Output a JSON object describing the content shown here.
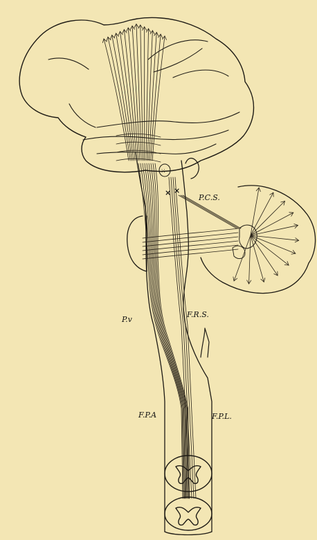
{
  "figure": {
    "labels": {
      "pcs": "P.C.S.",
      "pv": "P.v",
      "frs": "F.R.S.",
      "fpa": "F.P.A",
      "fpl": "F.P.L."
    },
    "colors": {
      "paper": "#f3e6b4",
      "ink": "#1d1a14"
    }
  }
}
